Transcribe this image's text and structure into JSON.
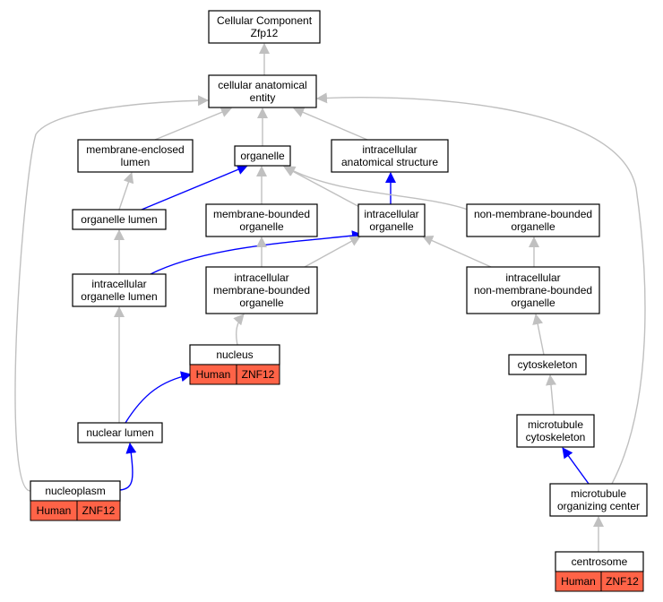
{
  "colors": {
    "node_border": "#000000",
    "node_fill": "#ffffff",
    "is_a_edge": "#c0c0c0",
    "part_of_edge": "#0000ff",
    "annotation_fill": "#ff6347"
  },
  "nodes": [
    {
      "id": "root",
      "label": [
        "Cellular Component",
        "Zfp12"
      ]
    },
    {
      "id": "cae",
      "label": [
        "cellular anatomical",
        "entity"
      ]
    },
    {
      "id": "mel",
      "label": [
        "membrane-enclosed",
        "lumen"
      ]
    },
    {
      "id": "org",
      "label": [
        "organelle"
      ]
    },
    {
      "id": "ias",
      "label": [
        "intracellular",
        "anatomical structure"
      ]
    },
    {
      "id": "orgl",
      "label": [
        "organelle lumen"
      ]
    },
    {
      "id": "mbo",
      "label": [
        "membrane-bounded",
        "organelle"
      ]
    },
    {
      "id": "io",
      "label": [
        "intracellular",
        "organelle"
      ]
    },
    {
      "id": "nmbo",
      "label": [
        "non-membrane-bounded",
        "organelle"
      ]
    },
    {
      "id": "iol",
      "label": [
        "intracellular",
        "organelle lumen"
      ]
    },
    {
      "id": "imbo",
      "label": [
        "intracellular",
        "membrane-bounded",
        "organelle"
      ]
    },
    {
      "id": "inmbo",
      "label": [
        "intracellular",
        "non-membrane-bounded",
        "organelle"
      ]
    },
    {
      "id": "nucleus",
      "label": [
        "nucleus"
      ],
      "annotation": [
        "Human",
        "ZNF12"
      ]
    },
    {
      "id": "cyto",
      "label": [
        "cytoskeleton"
      ]
    },
    {
      "id": "mtcyto",
      "label": [
        "microtubule",
        "cytoskeleton"
      ]
    },
    {
      "id": "nlumen",
      "label": [
        "nuclear lumen"
      ]
    },
    {
      "id": "mtoc",
      "label": [
        "microtubule",
        "organizing center"
      ]
    },
    {
      "id": "nucleoplasm",
      "label": [
        "nucleoplasm"
      ],
      "annotation": [
        "Human",
        "ZNF12"
      ]
    },
    {
      "id": "centrosome",
      "label": [
        "centrosome"
      ],
      "annotation": [
        "Human",
        "ZNF12"
      ]
    }
  ],
  "edges": [
    {
      "from": "cae",
      "to": "root",
      "type": "is_a"
    },
    {
      "from": "mel",
      "to": "cae",
      "type": "is_a"
    },
    {
      "from": "org",
      "to": "cae",
      "type": "is_a"
    },
    {
      "from": "ias",
      "to": "cae",
      "type": "is_a"
    },
    {
      "from": "orgl",
      "to": "mel",
      "type": "is_a"
    },
    {
      "from": "orgl",
      "to": "org",
      "type": "part_of"
    },
    {
      "from": "mbo",
      "to": "org",
      "type": "is_a"
    },
    {
      "from": "io",
      "to": "org",
      "type": "is_a"
    },
    {
      "from": "io",
      "to": "ias",
      "type": "part_of"
    },
    {
      "from": "nmbo",
      "to": "org",
      "type": "is_a"
    },
    {
      "from": "iol",
      "to": "orgl",
      "type": "is_a"
    },
    {
      "from": "iol",
      "to": "io",
      "type": "part_of"
    },
    {
      "from": "imbo",
      "to": "mbo",
      "type": "is_a"
    },
    {
      "from": "imbo",
      "to": "io",
      "type": "is_a"
    },
    {
      "from": "inmbo",
      "to": "io",
      "type": "is_a"
    },
    {
      "from": "inmbo",
      "to": "nmbo",
      "type": "is_a"
    },
    {
      "from": "nucleus",
      "to": "imbo",
      "type": "is_a"
    },
    {
      "from": "cyto",
      "to": "inmbo",
      "type": "is_a"
    },
    {
      "from": "mtcyto",
      "to": "cyto",
      "type": "is_a"
    },
    {
      "from": "nlumen",
      "to": "iol",
      "type": "is_a"
    },
    {
      "from": "nlumen",
      "to": "nucleus",
      "type": "part_of"
    },
    {
      "from": "mtoc",
      "to": "mtcyto",
      "type": "part_of"
    },
    {
      "from": "mtoc",
      "to": "cae",
      "type": "is_a"
    },
    {
      "from": "nucleoplasm",
      "to": "nlumen",
      "type": "part_of"
    },
    {
      "from": "nucleoplasm",
      "to": "cae",
      "type": "is_a"
    },
    {
      "from": "centrosome",
      "to": "mtoc",
      "type": "is_a"
    }
  ]
}
